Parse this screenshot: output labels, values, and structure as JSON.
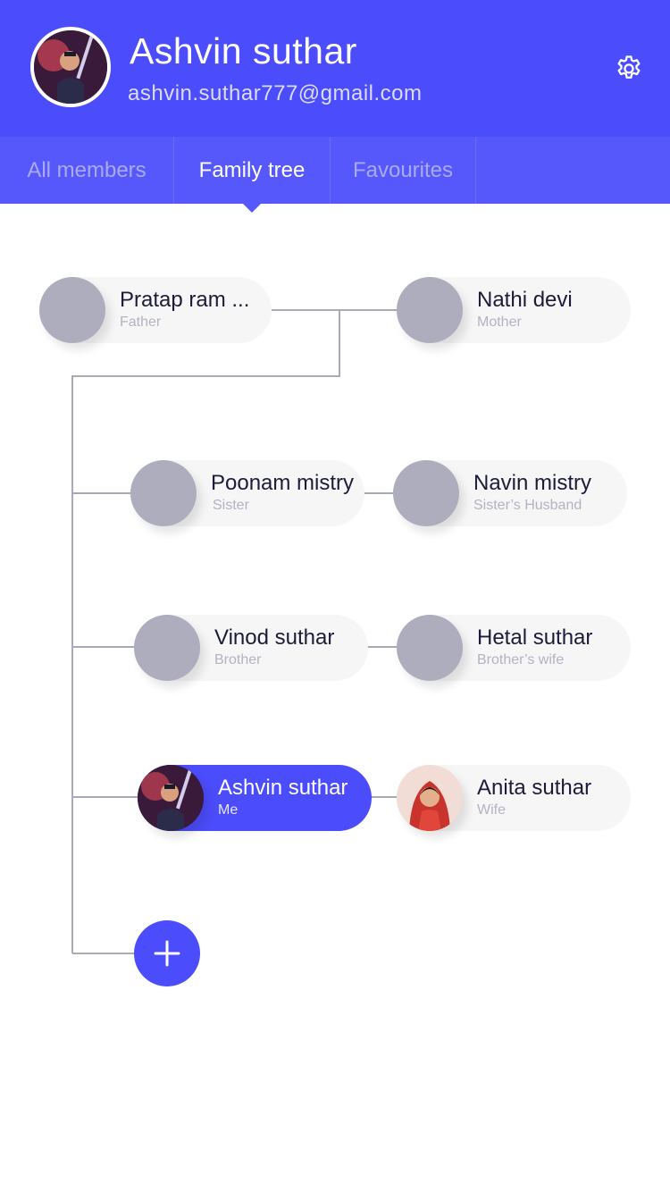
{
  "profile": {
    "name": "Ashvin suthar",
    "email": "ashvin.suthar777@gmail.com"
  },
  "tabs": [
    {
      "label": "All members",
      "active": false
    },
    {
      "label": "Family tree",
      "active": true
    },
    {
      "label": "Favourites",
      "active": false
    }
  ],
  "members": {
    "father": {
      "name": "Pratap ram ...",
      "role": "Father"
    },
    "mother": {
      "name": "Nathi devi",
      "role": "Mother"
    },
    "sister": {
      "name": "Poonam mistry",
      "role": "Sister"
    },
    "sister_husband": {
      "name": "Navin mistry",
      "role": "Sister’s Husband"
    },
    "brother": {
      "name": "Vinod suthar",
      "role": "Brother"
    },
    "brother_wife": {
      "name": "Hetal suthar",
      "role": "Brother’s wife"
    },
    "me": {
      "name": "Ashvin suthar",
      "role": "Me"
    },
    "wife": {
      "name": "Anita suthar",
      "role": "Wife"
    }
  },
  "colors": {
    "accent": "#4b4cfb",
    "tab_bar": "#5758fc",
    "avatar_placeholder": "#adadbd",
    "card_bg": "#f6f6f7",
    "connector": "#a9a9b8"
  },
  "icons": {
    "settings": "gear-icon",
    "add": "plus-icon"
  }
}
